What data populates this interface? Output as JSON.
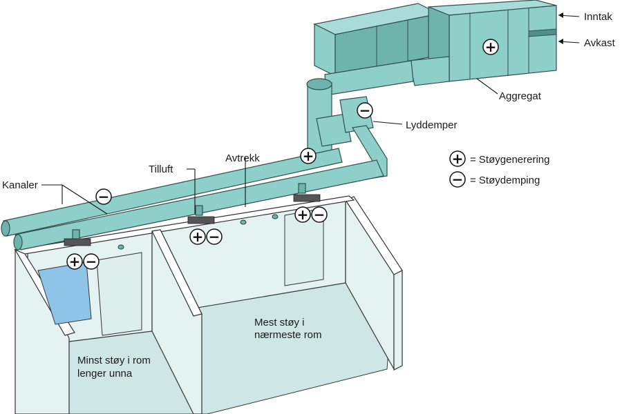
{
  "labels": {
    "inntak": "Inntak",
    "avkast": "Avkast",
    "aggregat": "Aggregat",
    "lyddemper": "Lyddemper",
    "tilluft": "Tilluft",
    "avtrekk": "Avtrekk",
    "kanaler": "Kanaler",
    "room_near_line1": "Mest støy i",
    "room_near_line2": "nærmeste rom",
    "room_far_line1": "Minst støy i rom",
    "room_far_line2": "lenger unna"
  },
  "legend": {
    "plus_text": "= Støygenerering",
    "minus_text": "= Støydemping"
  },
  "symbols": {
    "plus": "+",
    "minus": "−"
  },
  "colors": {
    "duct": "#8fcfc9",
    "window": "#8ec4e8",
    "floor": "#cfe7e4"
  }
}
